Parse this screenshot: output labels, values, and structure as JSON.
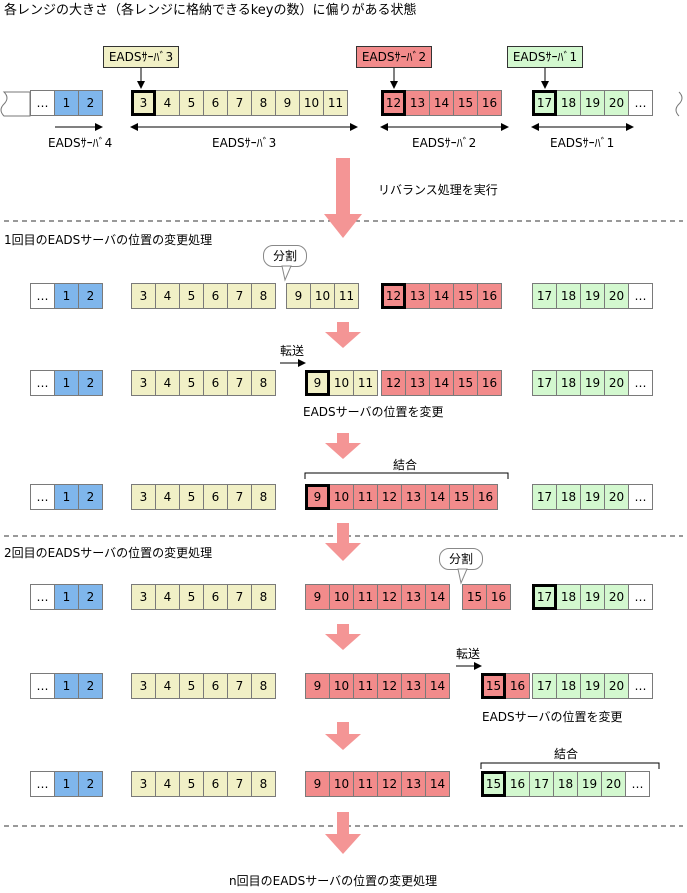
{
  "title": "各レンジの大きさ（各レンジに格納できるkeyの数）に偏りがある状態",
  "colors": {
    "blue": "#7fb6ec",
    "yellow": "#f1f0c6",
    "red": "#f28b8b",
    "green": "#d3f8cf",
    "arrow": "#f49595"
  },
  "servers": {
    "s1": "EADSｻｰﾊﾞ1",
    "s2": "EADSｻｰﾊﾞ2",
    "s3": "EADSｻｰﾊﾞ3",
    "s4": "EADSｻｰﾊﾞ4"
  },
  "labels": {
    "rebalance": "リバランス処理を実行",
    "round1": "1回目のEADSサーバの位置の変更処理",
    "round2": "2回目のEADSサーバの位置の変更処理",
    "roundN": "n回目のEADSサーバの位置の変更処理",
    "split": "分割",
    "transfer": "転送",
    "merge": "結合",
    "move": "EADSサーバの位置を変更"
  },
  "rows": [
    {
      "blue": [
        "…",
        "1",
        "2"
      ],
      "yellow": [
        "3",
        "4",
        "5",
        "6",
        "7",
        "8",
        "9",
        "10",
        "11"
      ],
      "red": [
        "12",
        "13",
        "14",
        "15",
        "16"
      ],
      "green": [
        "17",
        "18",
        "19",
        "20",
        "…"
      ]
    },
    {
      "blue": [
        "…",
        "1",
        "2"
      ],
      "yellow": [
        "3",
        "4",
        "5",
        "6",
        "7",
        "8"
      ],
      "yellow2": [
        "9",
        "10",
        "11"
      ],
      "red": [
        "12",
        "13",
        "14",
        "15",
        "16"
      ],
      "green": [
        "17",
        "18",
        "19",
        "20",
        "…"
      ]
    },
    {
      "blue": [
        "…",
        "1",
        "2"
      ],
      "yellow": [
        "3",
        "4",
        "5",
        "6",
        "7",
        "8"
      ],
      "yellow2": [
        "9",
        "10",
        "11"
      ],
      "red": [
        "12",
        "13",
        "14",
        "15",
        "16"
      ],
      "green": [
        "17",
        "18",
        "19",
        "20",
        "…"
      ]
    },
    {
      "blue": [
        "…",
        "1",
        "2"
      ],
      "yellow": [
        "3",
        "4",
        "5",
        "6",
        "7",
        "8"
      ],
      "red": [
        "9",
        "10",
        "11",
        "12",
        "13",
        "14",
        "15",
        "16"
      ],
      "green": [
        "17",
        "18",
        "19",
        "20",
        "…"
      ]
    },
    {
      "blue": [
        "…",
        "1",
        "2"
      ],
      "yellow": [
        "3",
        "4",
        "5",
        "6",
        "7",
        "8"
      ],
      "red": [
        "9",
        "10",
        "11",
        "12",
        "13",
        "14"
      ],
      "red2": [
        "15",
        "16"
      ],
      "green": [
        "17",
        "18",
        "19",
        "20",
        "…"
      ]
    },
    {
      "blue": [
        "…",
        "1",
        "2"
      ],
      "yellow": [
        "3",
        "4",
        "5",
        "6",
        "7",
        "8"
      ],
      "red": [
        "9",
        "10",
        "11",
        "12",
        "13",
        "14"
      ],
      "red2": [
        "15",
        "16"
      ],
      "green": [
        "17",
        "18",
        "19",
        "20",
        "…"
      ]
    },
    {
      "blue": [
        "…",
        "1",
        "2"
      ],
      "yellow": [
        "3",
        "4",
        "5",
        "6",
        "7",
        "8"
      ],
      "red": [
        "9",
        "10",
        "11",
        "12",
        "13",
        "14"
      ],
      "green": [
        "15",
        "16",
        "17",
        "18",
        "19",
        "20",
        "…"
      ]
    }
  ]
}
